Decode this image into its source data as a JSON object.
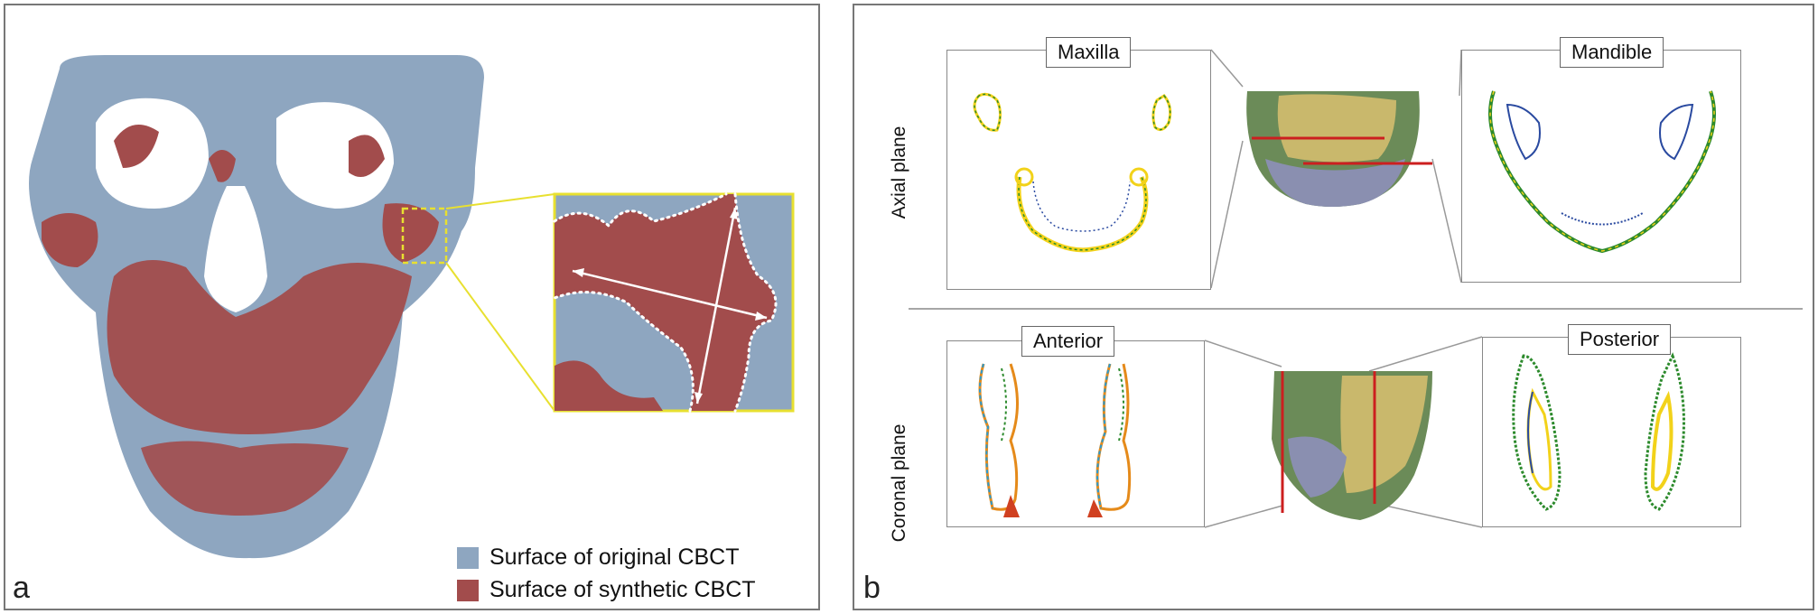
{
  "panel_a": {
    "letter": "a",
    "legend": [
      {
        "label": "Surface of original CBCT",
        "color": "#8ea6c0"
      },
      {
        "label": "Surface of synthetic CBCT",
        "color": "#a24c4c"
      }
    ]
  },
  "panel_b": {
    "letter": "b",
    "rows": [
      {
        "label": "Axial plane",
        "left_title": "Maxilla",
        "right_title": "Mandible"
      },
      {
        "label": "Coronal plane",
        "left_title": "Anterior",
        "right_title": "Posterior"
      }
    ]
  },
  "colors": {
    "bone_blue": "#8ea6c0",
    "synthetic_red": "#a24c4c",
    "highlight_yellow": "#e8e030",
    "contour_green": "#2c8a2c",
    "contour_yellow": "#f2d21a",
    "contour_blue": "#2a4aa0",
    "cut_line_red": "#cc1f1f"
  }
}
